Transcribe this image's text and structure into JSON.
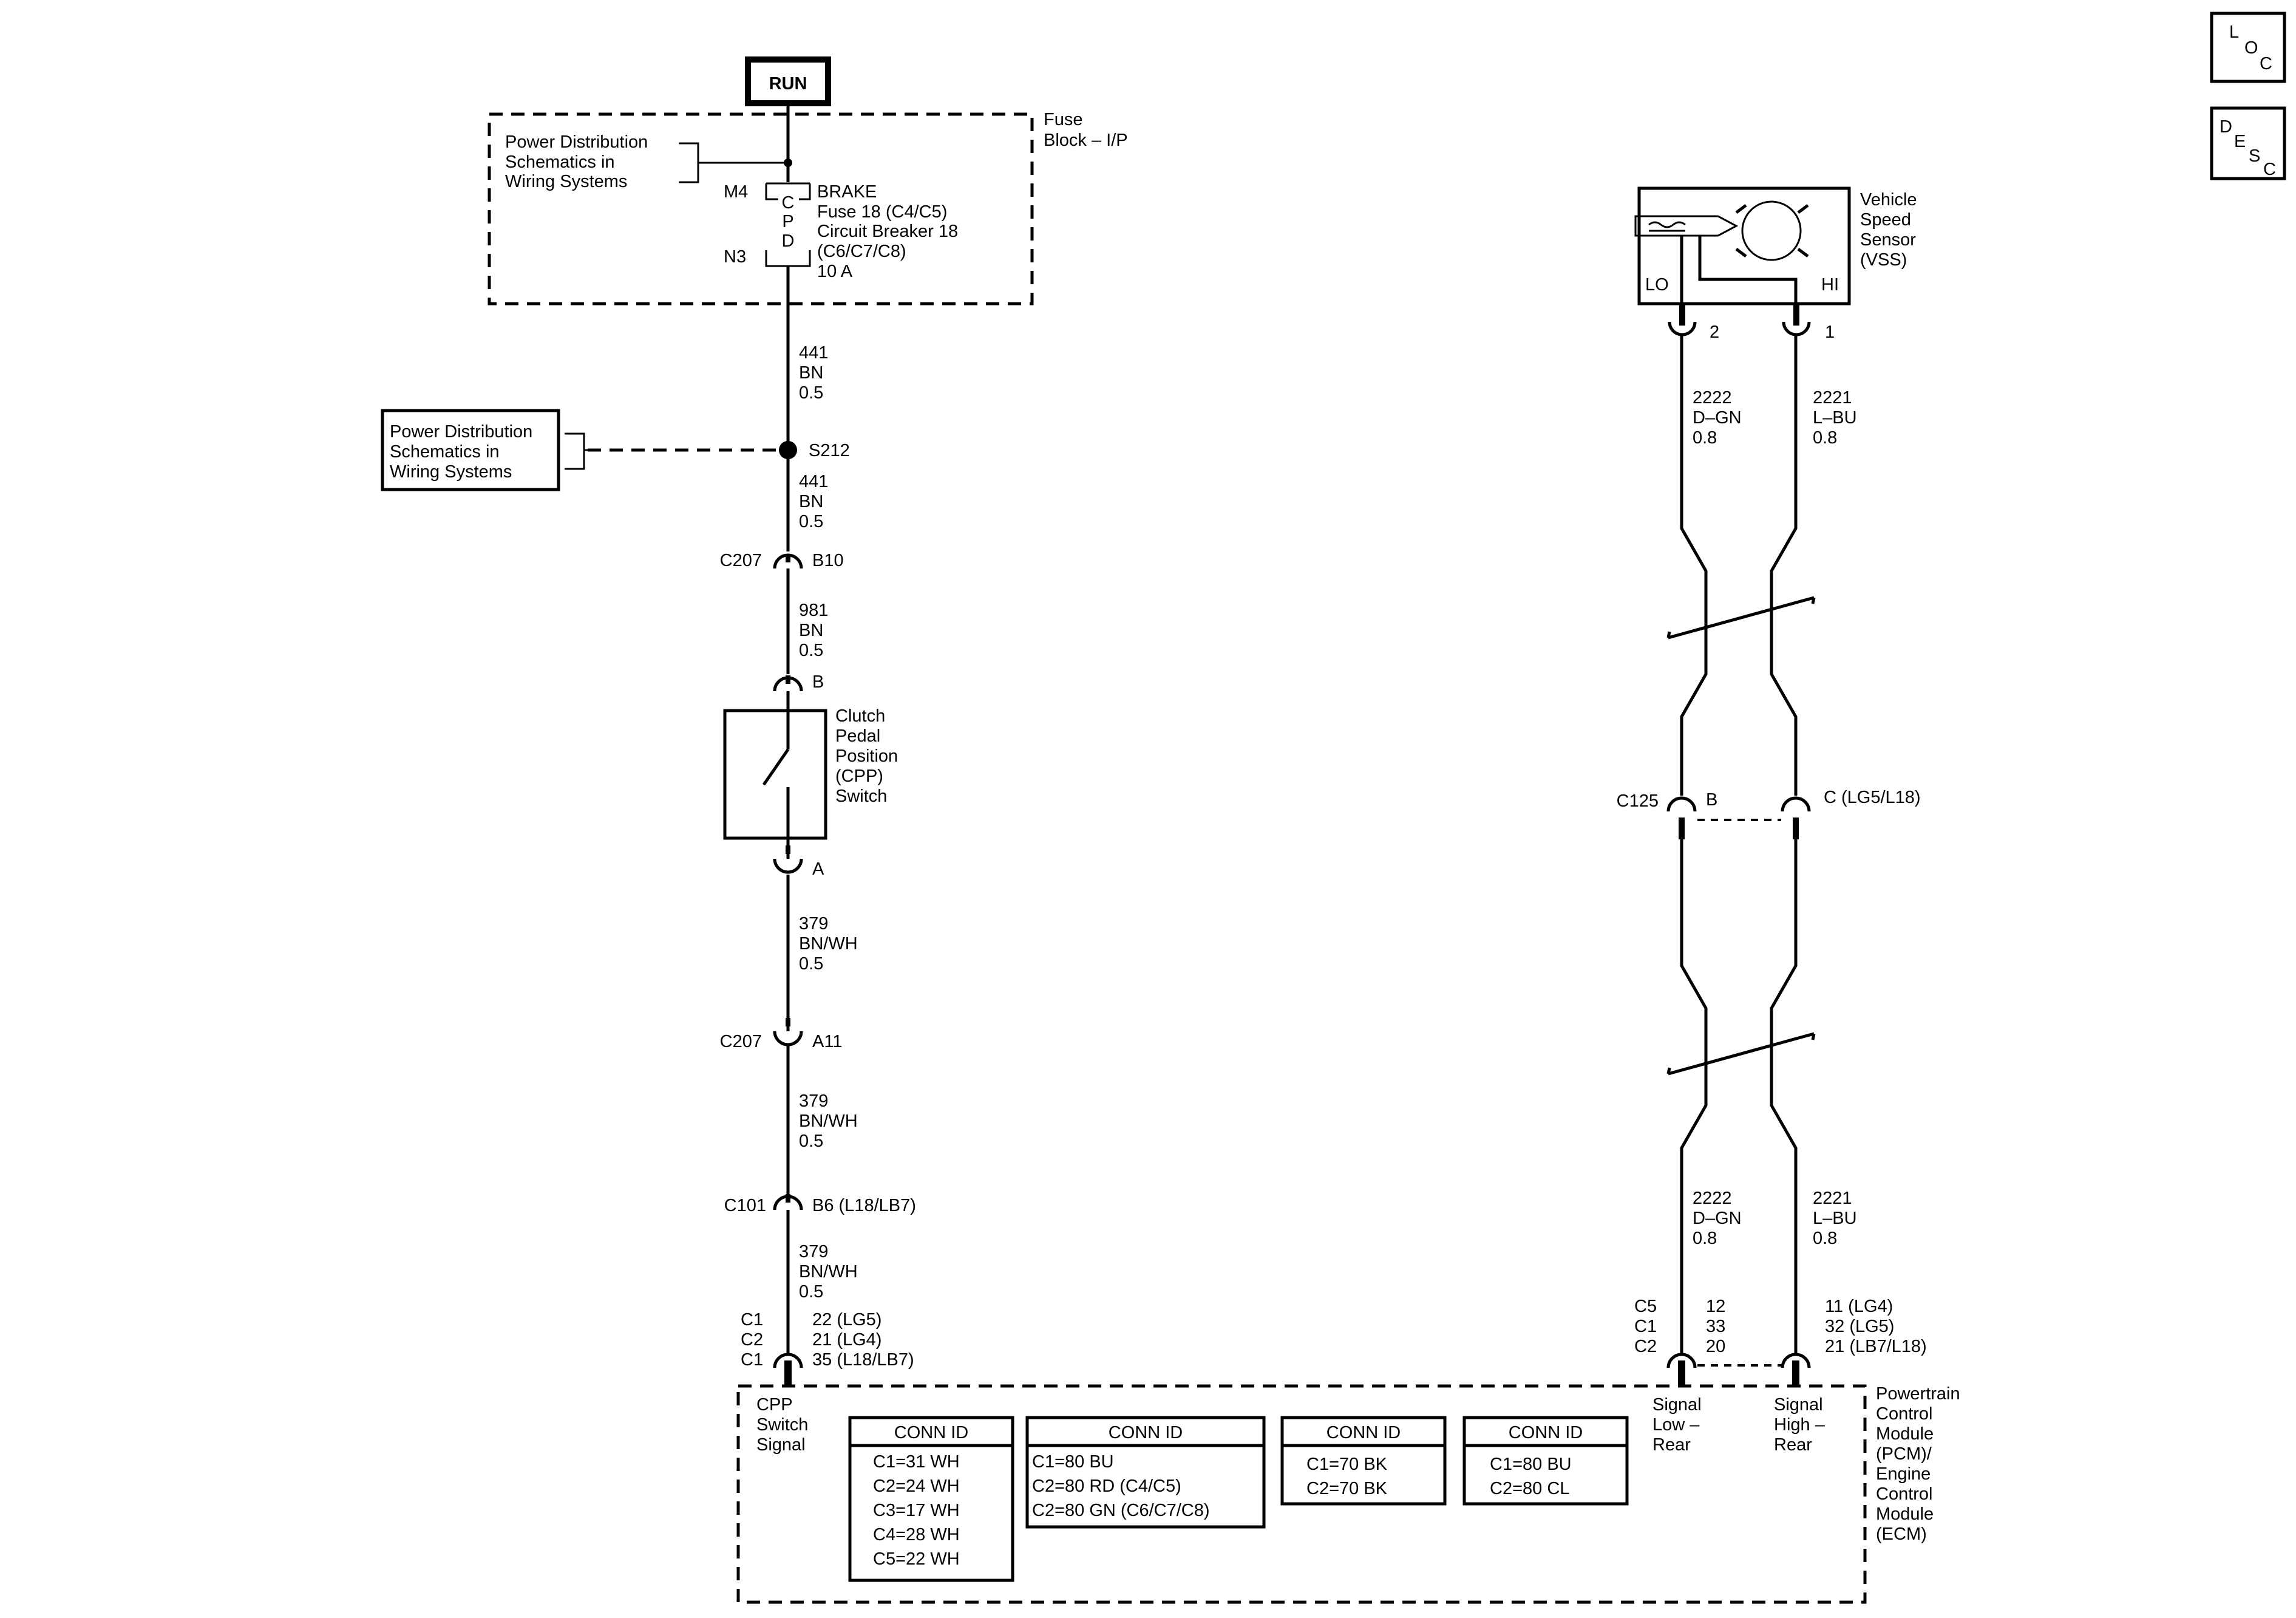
{
  "nav": {
    "loc": [
      "L",
      "O",
      "C"
    ],
    "desc": [
      "D",
      "E",
      "S",
      "C"
    ]
  },
  "run_label": "RUN",
  "fuse_block": {
    "title": [
      "Fuse",
      "Block – I/P"
    ],
    "pds": [
      "Power Distribution",
      "Schematics in",
      "Wiring  Systems"
    ],
    "m4": "M4",
    "n3": "N3",
    "cpd": [
      "C",
      "P",
      "D"
    ],
    "desc": [
      "BRAKE",
      "Fuse 18 (C4/C5)",
      "Circuit Breaker 18",
      "(C6/C7/C8)",
      "10 A"
    ]
  },
  "pds_ref_left": [
    "Power Distribution",
    "Schematics in",
    "Wiring  Systems"
  ],
  "splice": "S212",
  "wires_left": [
    [
      "441",
      "BN",
      "0.5"
    ],
    [
      "441",
      "BN",
      "0.5"
    ],
    [
      "981",
      "BN",
      "0.5"
    ],
    [
      "379",
      "BN/WH",
      "0.5"
    ],
    [
      "379",
      "BN/WH",
      "0.5"
    ],
    [
      "379",
      "BN/WH",
      "0.5"
    ]
  ],
  "conn_left": {
    "c207_b10": {
      "conn": "C207",
      "pin": "B10"
    },
    "cpp_b": {
      "pin": "B"
    },
    "cpp_a": {
      "pin": "A"
    },
    "c207_a11": {
      "conn": "C207",
      "pin": "A11"
    },
    "c101_b6": {
      "conn": "C101",
      "pin": "B6 (L18/LB7)"
    }
  },
  "cpp_switch": [
    "Clutch",
    "Pedal",
    "Position",
    "(CPP)",
    "Switch"
  ],
  "pcm_left_conns": [
    "C1",
    "C2",
    "C1"
  ],
  "pcm_left_pins": [
    "22 (LG5)",
    "21 (LG4)",
    "35 (L18/LB7)"
  ],
  "cpp_signal": [
    "CPP",
    "Switch",
    "Signal"
  ],
  "vss": {
    "title": [
      "Vehicle",
      "Speed",
      "Sensor",
      "(VSS)"
    ],
    "lo": "LO",
    "hi": "HI",
    "pin_lo": "2",
    "pin_hi": "1"
  },
  "wires_right": {
    "lo_top": [
      "2222",
      "D–GN",
      "0.8"
    ],
    "hi_top": [
      "2221",
      "L–BU",
      "0.8"
    ],
    "lo_bot": [
      "2222",
      "D–GN",
      "0.8"
    ],
    "hi_bot": [
      "2221",
      "L–BU",
      "0.8"
    ]
  },
  "c125": {
    "conn": "C125",
    "pin_b": "B",
    "pin_c": "C (LG5/L18)"
  },
  "pcm_right_conns": [
    "C5",
    "C1",
    "C2"
  ],
  "pcm_right_lo_pins": [
    "12",
    "33",
    "20"
  ],
  "pcm_right_hi_pins": [
    "11 (LG4)",
    "32 (LG5)",
    "21 (LB7/L18)"
  ],
  "sig_low": [
    "Signal",
    "Low –",
    "Rear"
  ],
  "sig_high": [
    "Signal",
    "High –",
    "Rear"
  ],
  "pcm_title": [
    "Powertrain",
    "Control",
    "Module",
    "(PCM)/",
    "Engine",
    "Control",
    "Module",
    "(ECM)"
  ],
  "conn_tables": [
    {
      "header": "CONN ID",
      "rows": [
        "C1=31 WH",
        "C2=24 WH",
        "C3=17 WH",
        "C4=28 WH",
        "C5=22 WH"
      ]
    },
    {
      "header": "CONN ID",
      "rows": [
        "C1=80 BU",
        "C2=80 RD (C4/C5)",
        "C2=80 GN (C6/C7/C8)"
      ]
    },
    {
      "header": "CONN ID",
      "rows": [
        "C1=70 BK",
        "C2=70 BK"
      ]
    },
    {
      "header": "CONN ID",
      "rows": [
        "C1=80 BU",
        "C2=80 CL"
      ]
    }
  ]
}
